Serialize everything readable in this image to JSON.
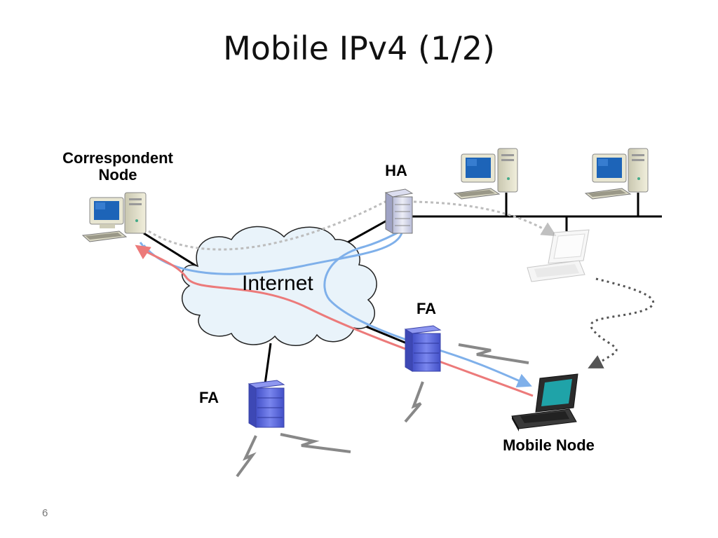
{
  "title": "Mobile IPv4 (1/2)",
  "labels": {
    "correspondent_node": "Correspondent\nNode",
    "ha": "HA",
    "fa_upper": "FA",
    "fa_lower": "FA",
    "mobile_node": "Mobile Node",
    "internet": "Internet"
  },
  "page_number": "6",
  "colors": {
    "tunnel_path": "#7fb0ea",
    "return_path": "#ec7a7a",
    "movement_path": "#555555",
    "old_path": "#b9b9b9",
    "fa_server": "#5e6bdc",
    "cloud_fill": "#e9f3fa"
  }
}
